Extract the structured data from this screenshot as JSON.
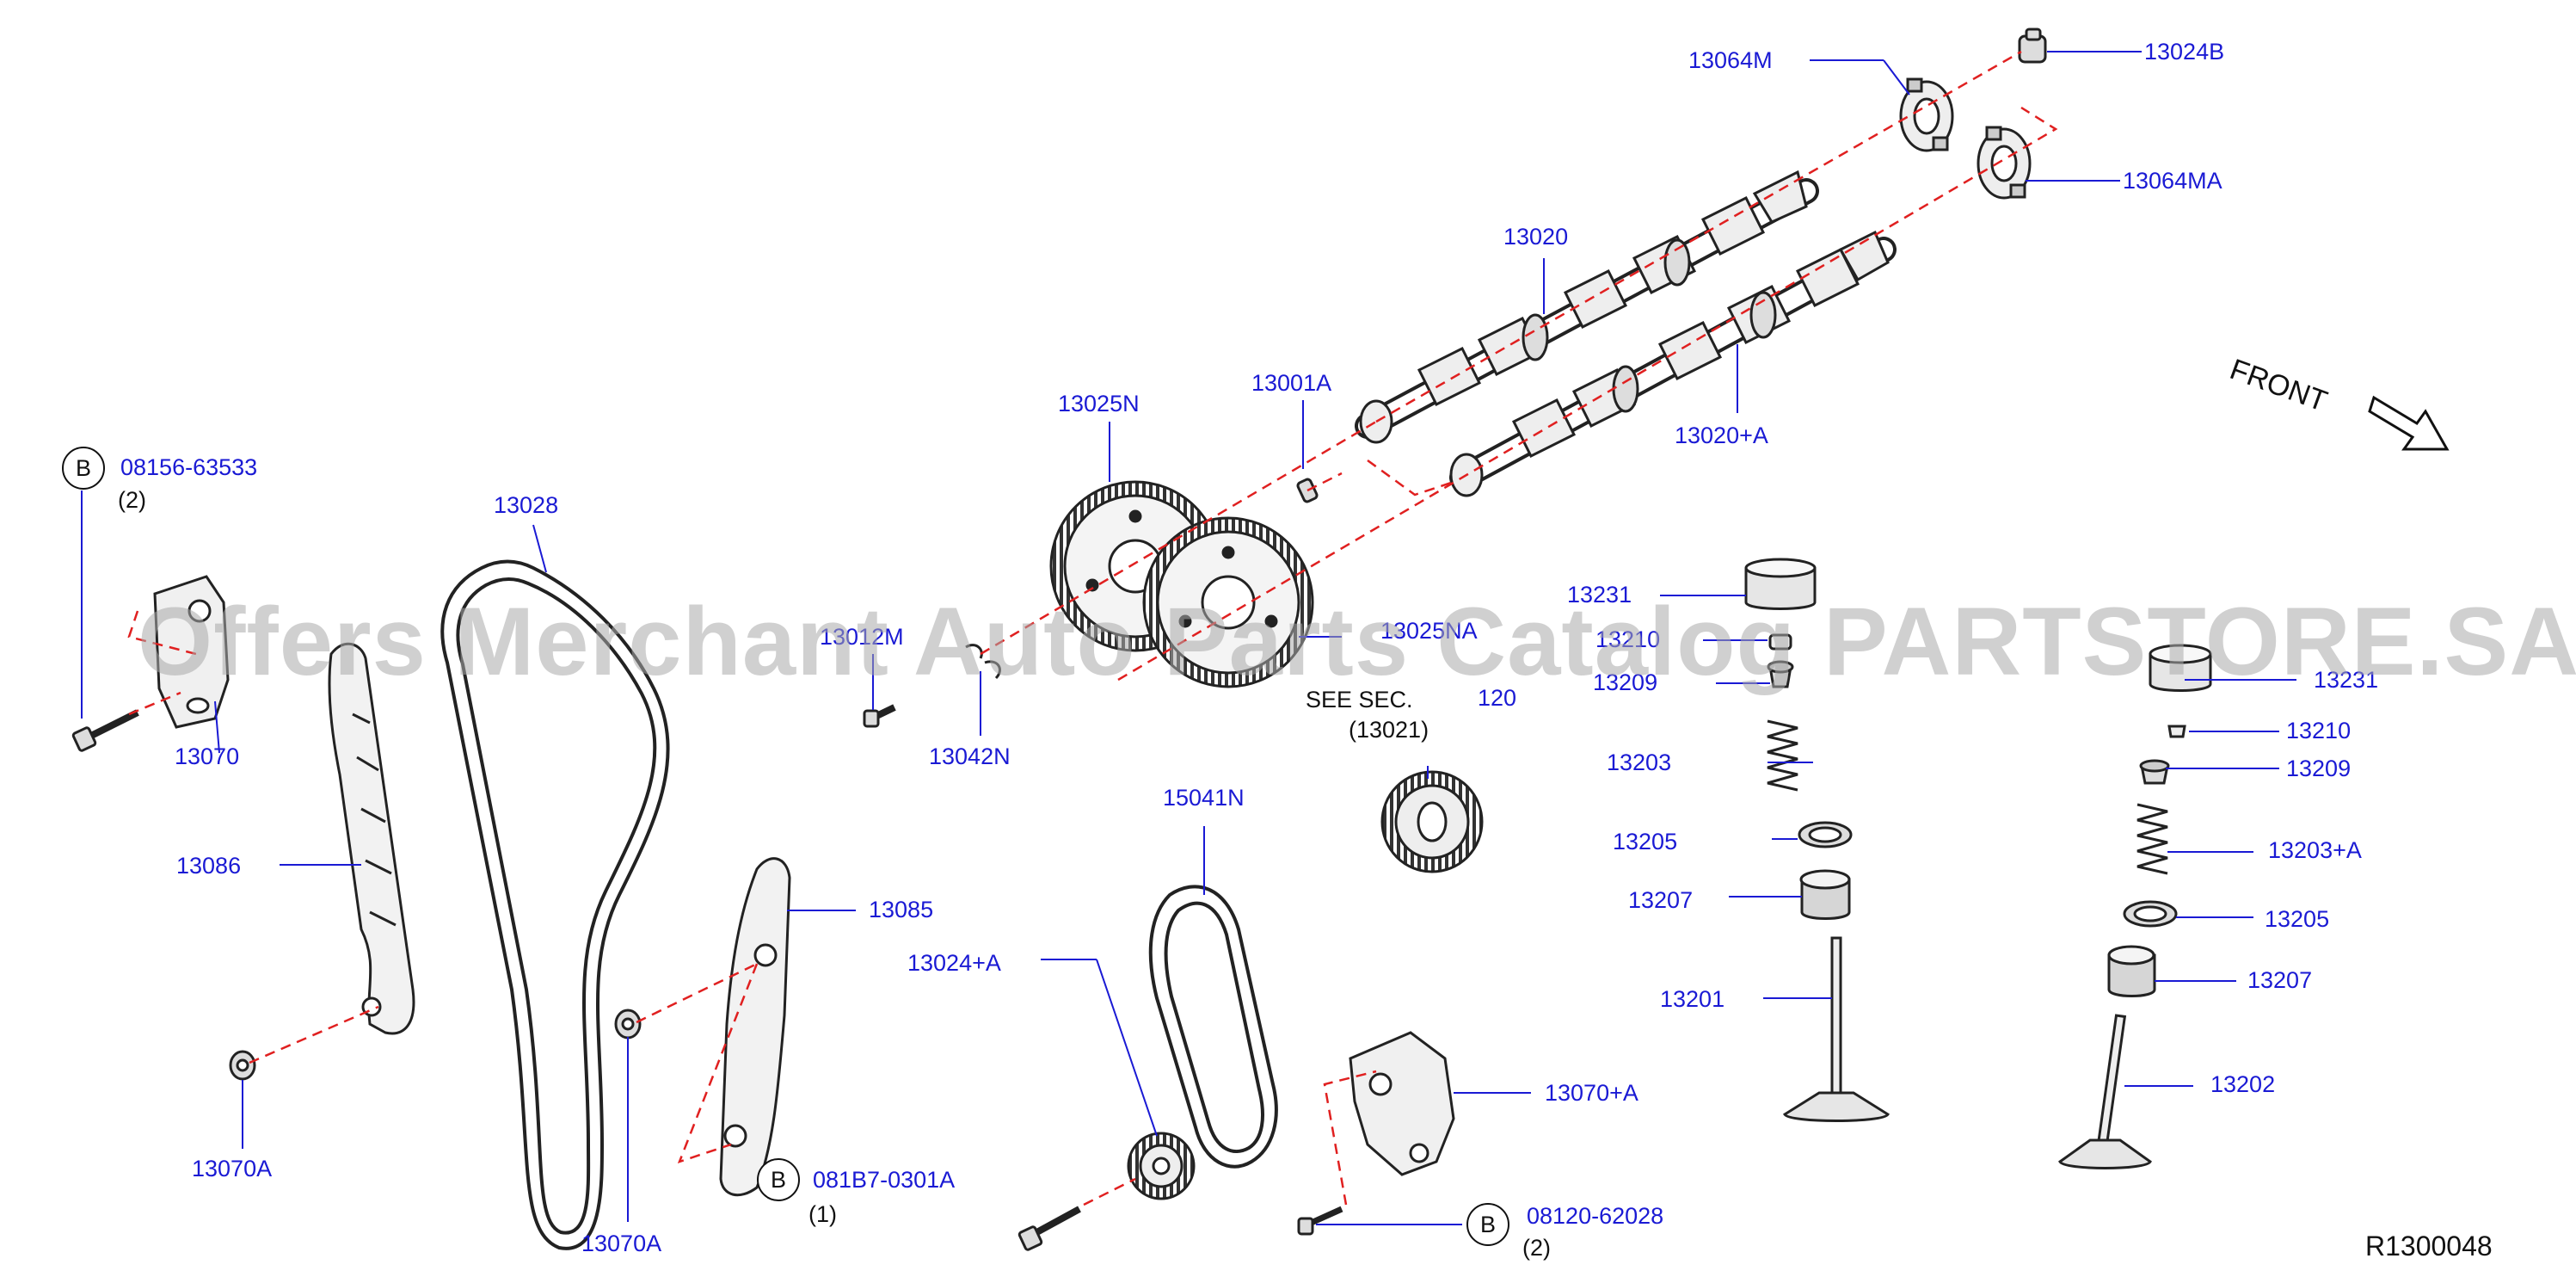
{
  "diagram": {
    "front_label": "FRONT",
    "reference_code": "R1300048",
    "watermark": "Offers Merchant Auto Parts Catalog PARTSTORE.SA",
    "see_sec_text": "SEE SEC.",
    "see_sec_ref": "(13021)",
    "see_sec_ref_label": "120"
  },
  "bolt_callouts": [
    {
      "letter": "B",
      "part": "08156-63533",
      "qty": "(2)"
    },
    {
      "letter": "B",
      "part": "081B7-0301A",
      "qty": "(1)"
    },
    {
      "letter": "B",
      "part": "08120-62028",
      "qty": "(2)"
    }
  ],
  "parts": {
    "p13064M": "13064M",
    "p13024B": "13024B",
    "p13064MA": "13064MA",
    "p13020": "13020",
    "p13020A": "13020+A",
    "p13025N": "13025N",
    "p13001A": "13001A",
    "p13028": "13028",
    "p13231a": "13231",
    "p13210a": "13210",
    "p13209a": "13209",
    "p13025NA": "13025NA",
    "p13012M": "13012M",
    "p13042N": "13042N",
    "p13070": "13070",
    "p13086": "13086",
    "p13203": "13203",
    "p13205a": "13205",
    "p13207a": "13207",
    "p13201": "13201",
    "p15041N": "15041N",
    "p13085": "13085",
    "p13024A": "13024+A",
    "p13070A_left": "13070A",
    "p13070A_mid": "13070A",
    "p13070plusA": "13070+A",
    "p13231b": "13231",
    "p13210b": "13210",
    "p13209b": "13209",
    "p13203A": "13203+A",
    "p13205b": "13205",
    "p13207b": "13207",
    "p13202": "13202"
  },
  "colors": {
    "label": "#1a1ad4",
    "line": "#1a1ad4",
    "dash": "#e02020",
    "part": "#222222"
  }
}
